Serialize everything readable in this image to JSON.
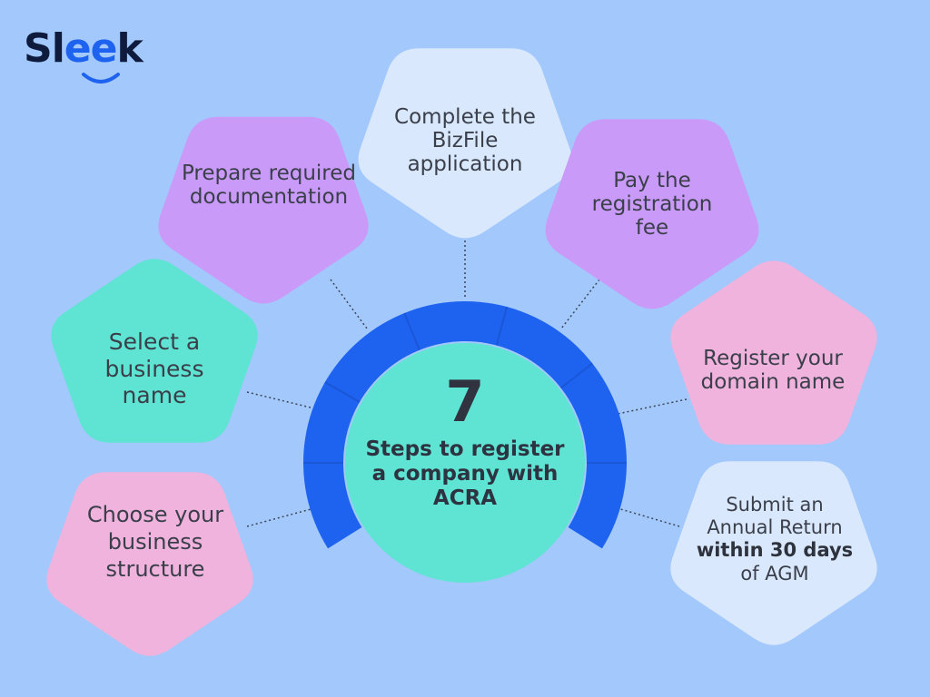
{
  "brand": {
    "prefix": "Sl",
    "accent": "ee",
    "suffix": "k",
    "accent_color": "#1e63f0",
    "dark_color": "#0f1b3d"
  },
  "center": {
    "number": "7",
    "label": "Steps to  register a company with ACRA"
  },
  "steps": [
    {
      "id": "structure",
      "text": "Choose your business structure",
      "color": "#f0b3de"
    },
    {
      "id": "name",
      "text": "Select a business name",
      "color": "#5fe3d3"
    },
    {
      "id": "docs",
      "text": "Prepare required documentation",
      "color": "#c99af8"
    },
    {
      "id": "bizfile",
      "text": "Complete the BizFile application",
      "color": "#d9e8fd"
    },
    {
      "id": "fee",
      "text": "Pay the registration fee",
      "color": "#c99af8"
    },
    {
      "id": "domain",
      "text": "Register your domain name",
      "color": "#f0b3de"
    },
    {
      "id": "annual",
      "text_before": "Submit an Annual Return",
      "text_bold": "within 30 days",
      "text_after": "of AGM",
      "color": "#d9e8fd"
    }
  ],
  "colors": {
    "background": "#a3c8fb",
    "ring_blue": "#1e63f0",
    "ring_white": "#ffffff",
    "center_fill": "#5fe3d3"
  }
}
